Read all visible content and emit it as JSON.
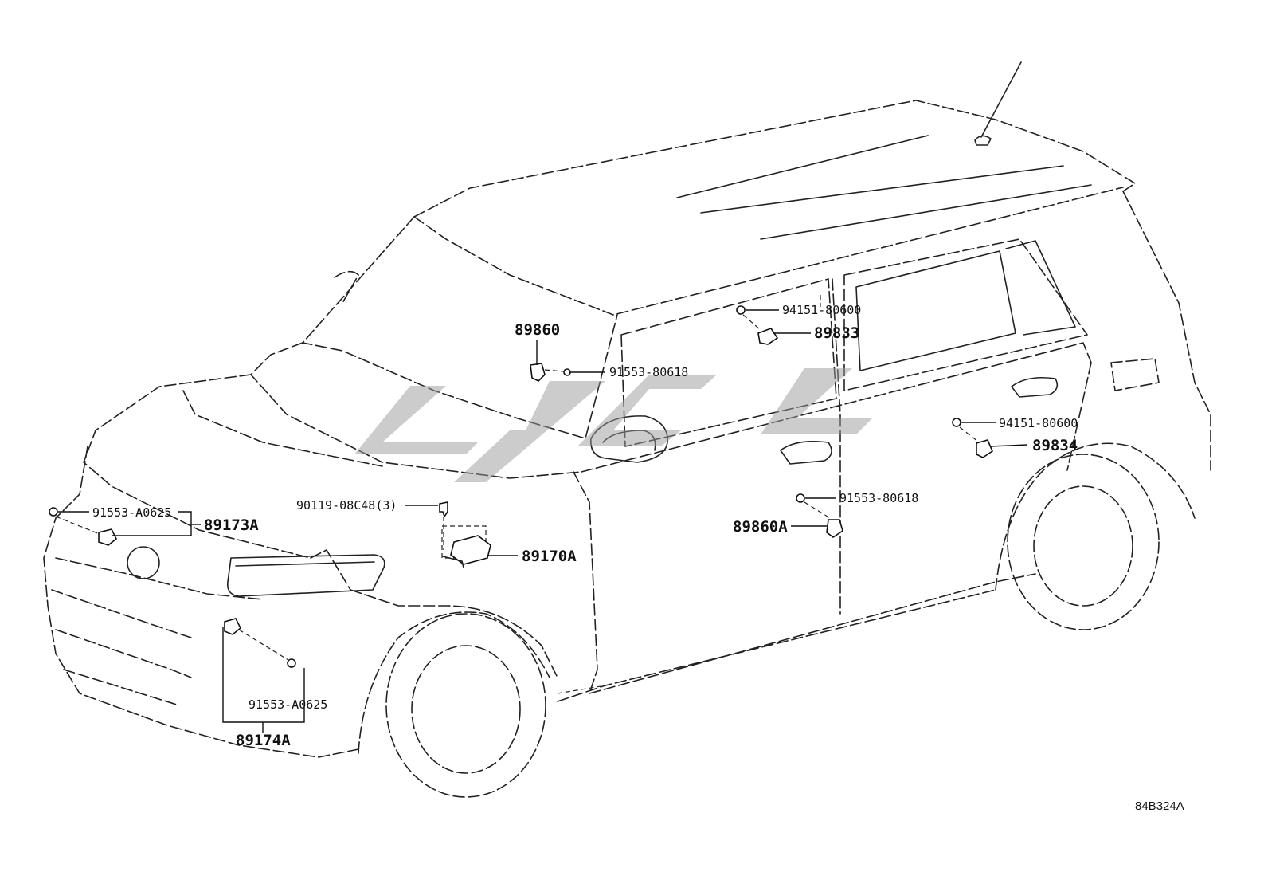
{
  "diagram": {
    "drawing_code": "84B324A",
    "watermark_colour": "#9a9a9a",
    "callouts": [
      {
        "id": "c1",
        "text": "89860"
      },
      {
        "id": "c2",
        "text": "91553-80618"
      },
      {
        "id": "c3",
        "text": "94151-80600"
      },
      {
        "id": "c4",
        "text": "89833"
      },
      {
        "id": "c5",
        "text": "94151-80600"
      },
      {
        "id": "c6",
        "text": "89834"
      },
      {
        "id": "c7",
        "text": "91553-80618"
      },
      {
        "id": "c8",
        "text": "89860A"
      },
      {
        "id": "c9",
        "text": "90119-08C48(3)"
      },
      {
        "id": "c10",
        "text": "89170A"
      },
      {
        "id": "c11",
        "text": "91553-A0625"
      },
      {
        "id": "c12",
        "text": "89173A"
      },
      {
        "id": "c13",
        "text": "91553-A0625"
      },
      {
        "id": "c14",
        "text": "89174A"
      }
    ]
  }
}
